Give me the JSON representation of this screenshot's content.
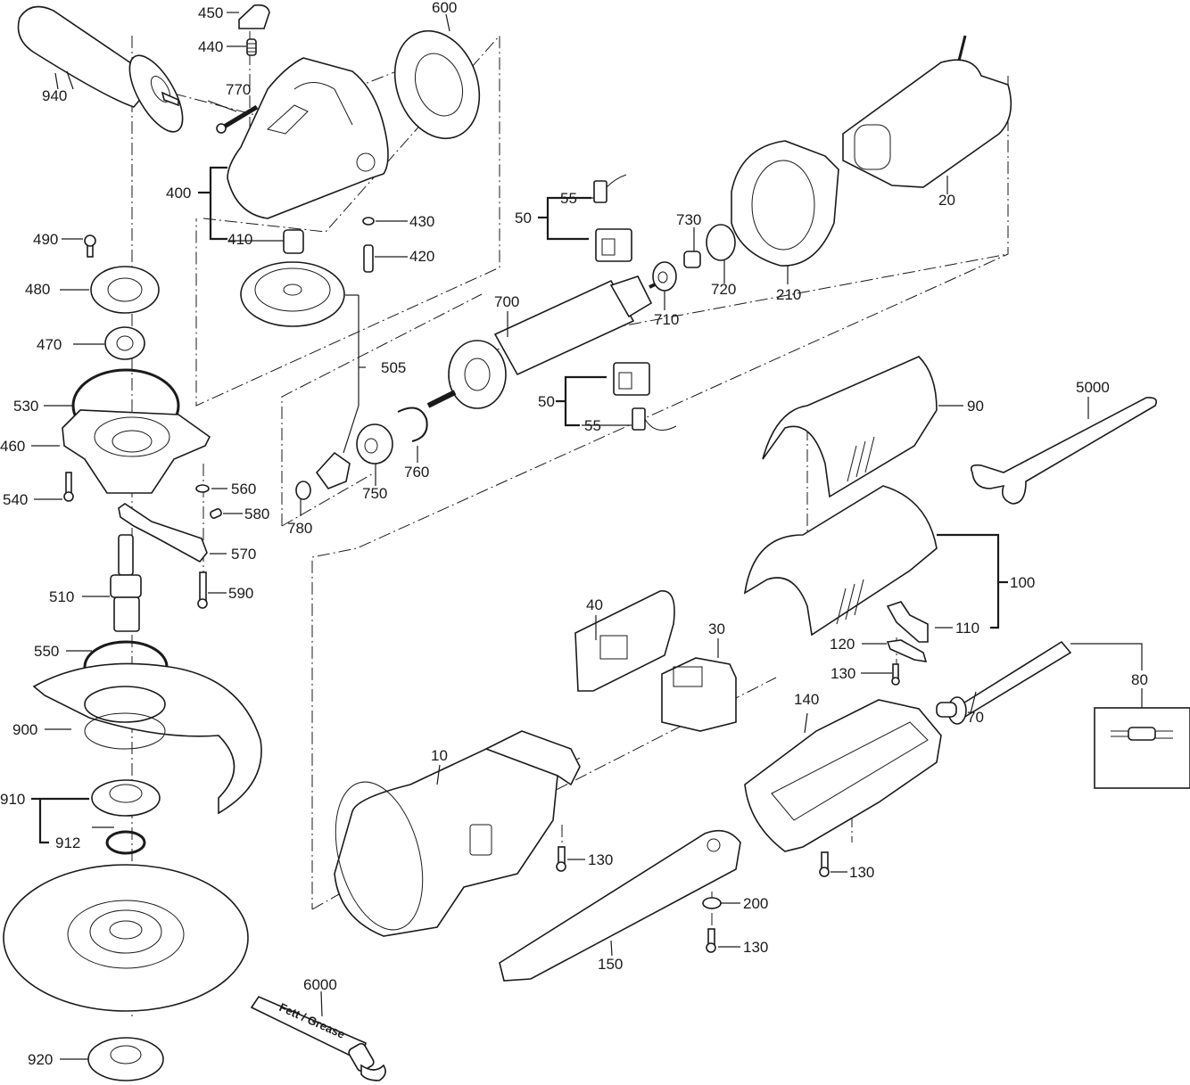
{
  "diagram": {
    "type": "exploded-parts-view",
    "subject": "angle grinder",
    "grease_tube_text": "Fett / Grease",
    "labels": [
      {
        "id": "940",
        "text": "940"
      },
      {
        "id": "450",
        "text": "450"
      },
      {
        "id": "440",
        "text": "440"
      },
      {
        "id": "770",
        "text": "770"
      },
      {
        "id": "600",
        "text": "600"
      },
      {
        "id": "400",
        "text": "400"
      },
      {
        "id": "410",
        "text": "410"
      },
      {
        "id": "430",
        "text": "430"
      },
      {
        "id": "420",
        "text": "420"
      },
      {
        "id": "490",
        "text": "490"
      },
      {
        "id": "480",
        "text": "480"
      },
      {
        "id": "470",
        "text": "470"
      },
      {
        "id": "505",
        "text": "505"
      },
      {
        "id": "530",
        "text": "530"
      },
      {
        "id": "460",
        "text": "460"
      },
      {
        "id": "540",
        "text": "540"
      },
      {
        "id": "560",
        "text": "560"
      },
      {
        "id": "580",
        "text": "580"
      },
      {
        "id": "570",
        "text": "570"
      },
      {
        "id": "590",
        "text": "590"
      },
      {
        "id": "510",
        "text": "510"
      },
      {
        "id": "550",
        "text": "550"
      },
      {
        "id": "900",
        "text": "900"
      },
      {
        "id": "910",
        "text": "910"
      },
      {
        "id": "912",
        "text": "912"
      },
      {
        "id": "920",
        "text": "920"
      },
      {
        "id": "6000",
        "text": "6000"
      },
      {
        "id": "780",
        "text": "780"
      },
      {
        "id": "750",
        "text": "750"
      },
      {
        "id": "760",
        "text": "760"
      },
      {
        "id": "700",
        "text": "700"
      },
      {
        "id": "50a",
        "text": "50"
      },
      {
        "id": "55a",
        "text": "55"
      },
      {
        "id": "50b",
        "text": "50"
      },
      {
        "id": "55b",
        "text": "55"
      },
      {
        "id": "710",
        "text": "710"
      },
      {
        "id": "730",
        "text": "730"
      },
      {
        "id": "720",
        "text": "720"
      },
      {
        "id": "210",
        "text": "210"
      },
      {
        "id": "20",
        "text": "20"
      },
      {
        "id": "90",
        "text": "90"
      },
      {
        "id": "5000",
        "text": "5000"
      },
      {
        "id": "100",
        "text": "100"
      },
      {
        "id": "110",
        "text": "110"
      },
      {
        "id": "120",
        "text": "120"
      },
      {
        "id": "130a",
        "text": "130"
      },
      {
        "id": "40",
        "text": "40"
      },
      {
        "id": "30",
        "text": "30"
      },
      {
        "id": "80",
        "text": "80"
      },
      {
        "id": "70",
        "text": "70"
      },
      {
        "id": "140",
        "text": "140"
      },
      {
        "id": "10",
        "text": "10"
      },
      {
        "id": "130b",
        "text": "130"
      },
      {
        "id": "130c",
        "text": "130"
      },
      {
        "id": "200",
        "text": "200"
      },
      {
        "id": "130d",
        "text": "130"
      },
      {
        "id": "150",
        "text": "150"
      }
    ]
  }
}
